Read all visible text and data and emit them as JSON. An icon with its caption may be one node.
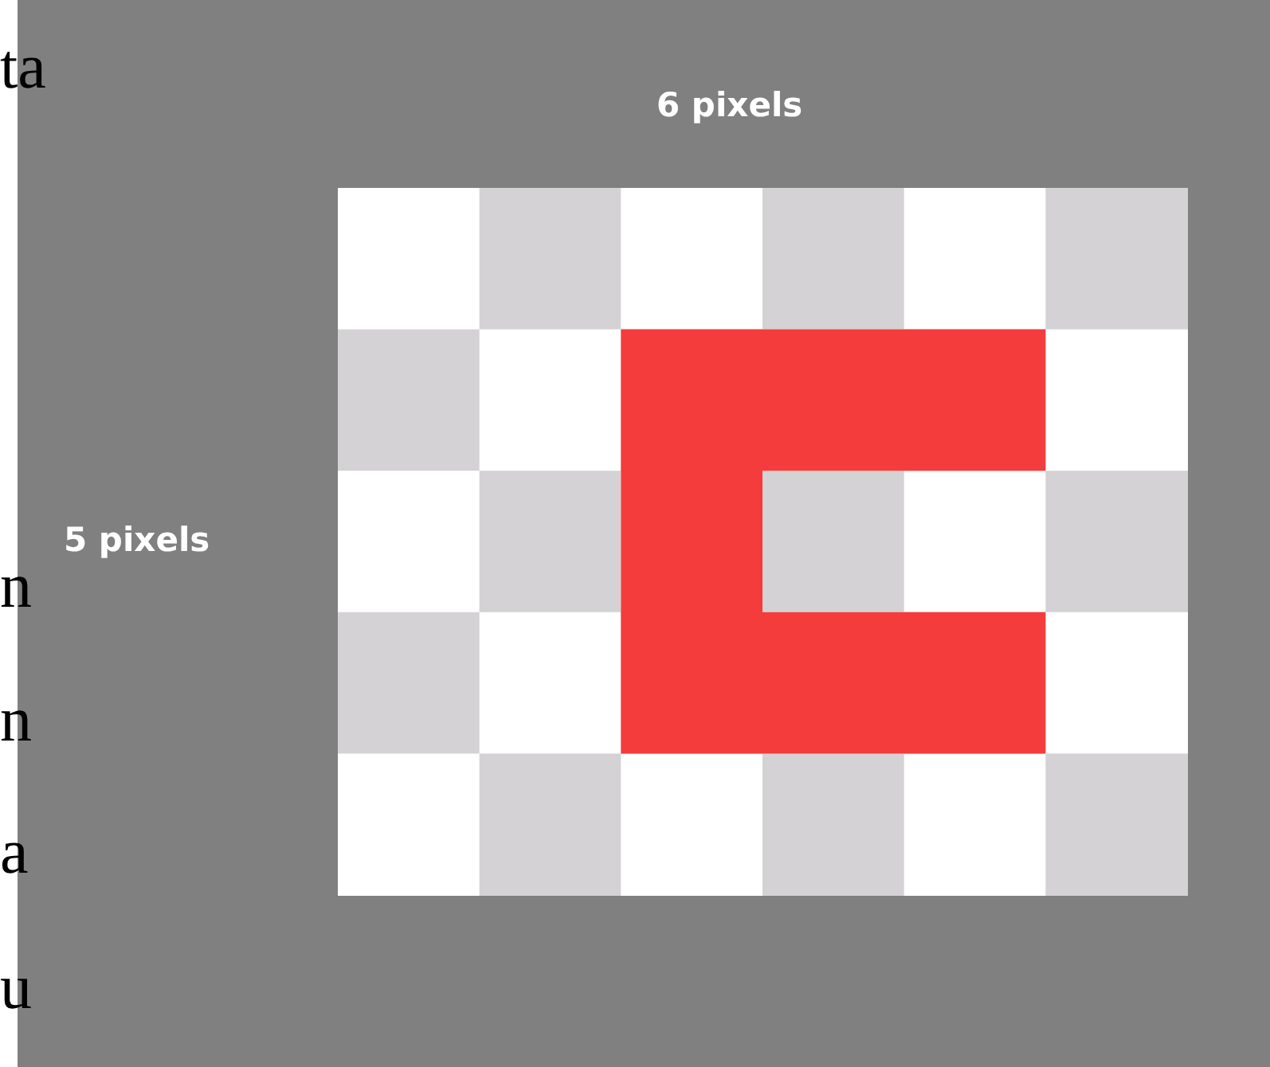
{
  "diagram": {
    "labels": [
      "ta",
      "6 pixels",
      "5 pixels",
      "n",
      "n",
      "a",
      "u"
    ]
  }
}
